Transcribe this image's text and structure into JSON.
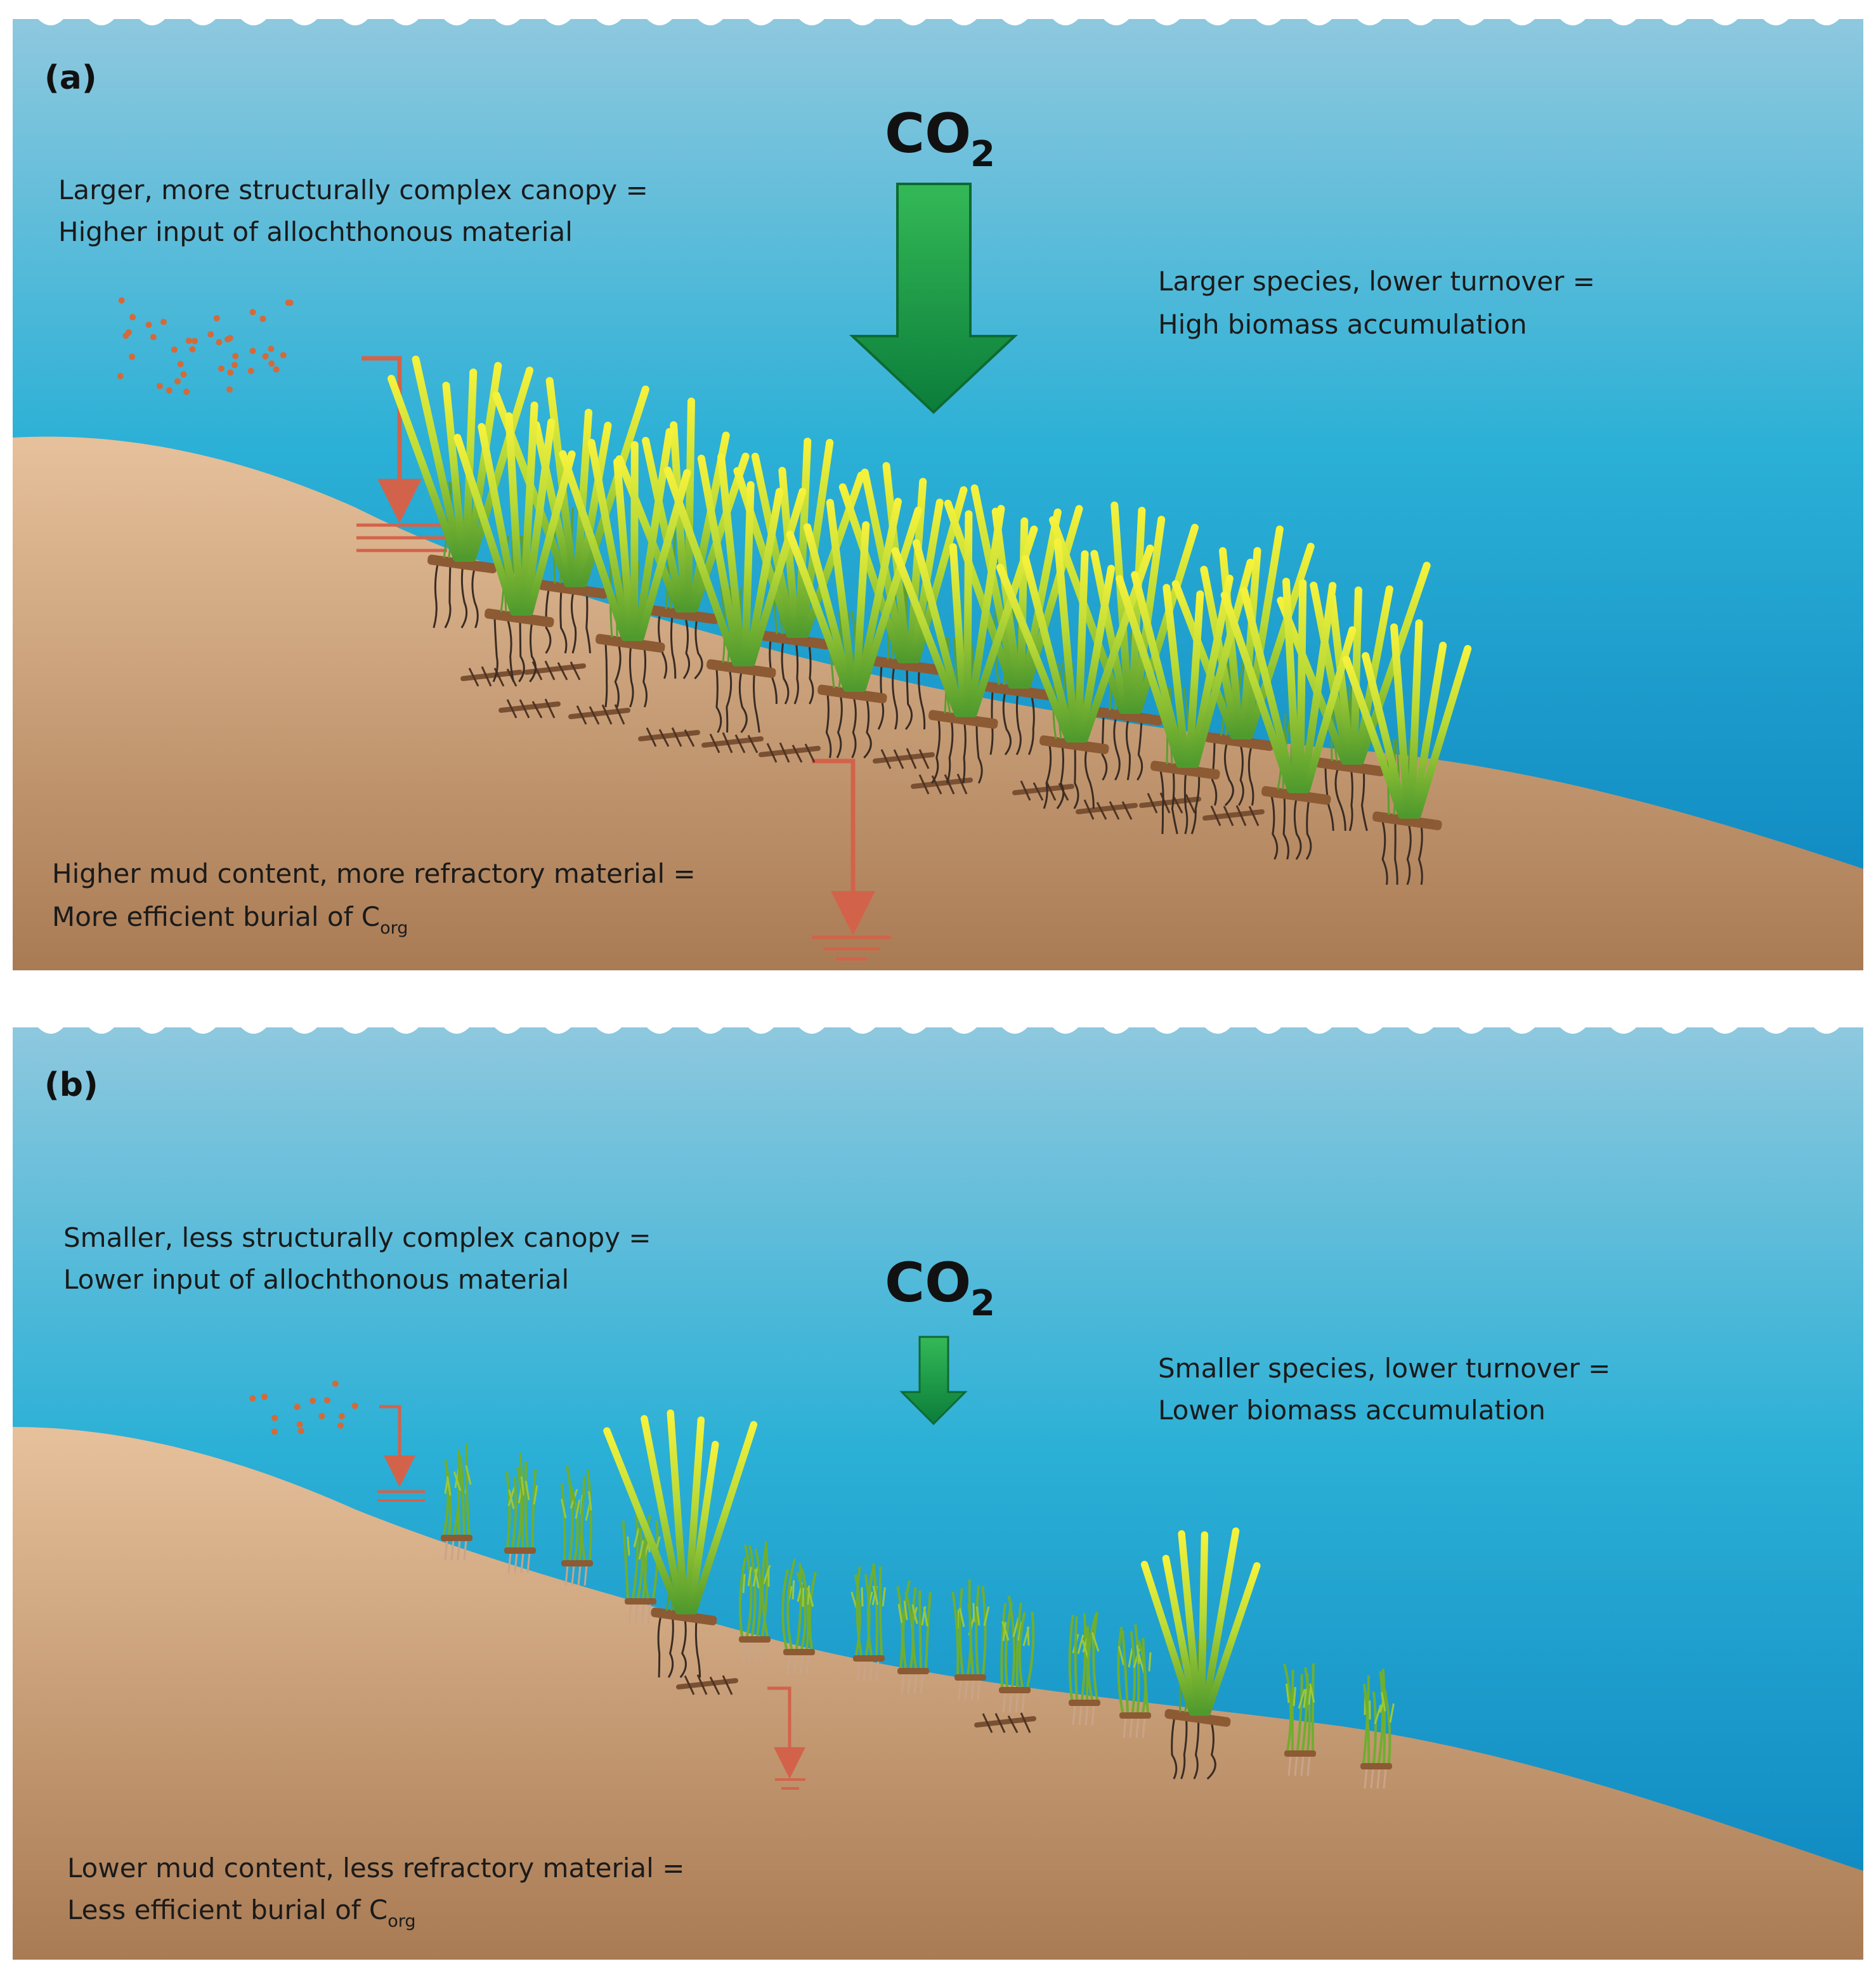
{
  "panels": [
    {
      "id": "a",
      "label": "(a)",
      "co2": {
        "main": "CO",
        "subscript": "2"
      },
      "canopy_text": [
        "Larger, more structurally complex canopy =",
        "Higher input of allochthonous material"
      ],
      "species_text": [
        "Larger species, lower turnover =",
        "High biomass accumulation"
      ],
      "burial_text": [
        "Higher mud content, more refractory material =",
        "More efficient burial of C"
      ],
      "burial_subscript": "org"
    },
    {
      "id": "b",
      "label": "(b)",
      "co2": {
        "main": "CO",
        "subscript": "2"
      },
      "canopy_text": [
        "Smaller, less structurally complex canopy =",
        "Lower input of allochthonous material"
      ],
      "species_text": [
        "Smaller species, lower turnover =",
        "Lower biomass accumulation"
      ],
      "burial_text": [
        "Lower mud content, less refractory material =",
        "Less efficient burial of C"
      ],
      "burial_subscript": "org"
    }
  ],
  "colors": {
    "water_top": "#8cc7dd",
    "water_bottom": "#0a8fc7",
    "sediment_top": "#e3bc94",
    "sediment_bottom": "#a87a52",
    "arrow_green": "#19a64a",
    "flux_arrow": "#d2634a",
    "leaf_yellow": "#f2f03a",
    "leaf_green": "#6fae2f",
    "rhizome": "#8c5a33"
  }
}
